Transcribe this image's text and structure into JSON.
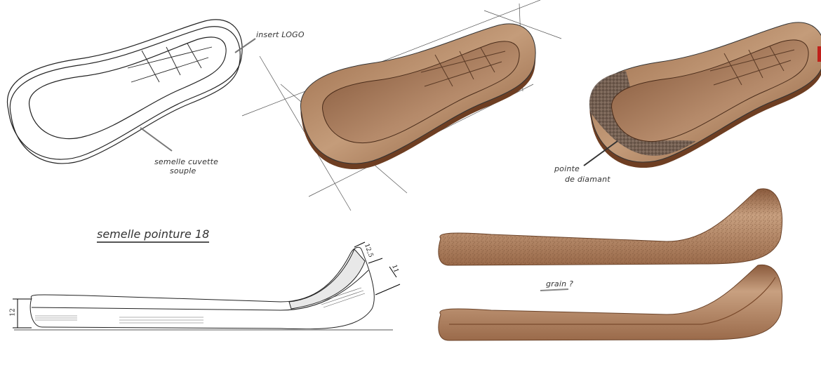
{
  "sketch_outline": {
    "label_logo": "insert LOGO",
    "label_sole_line1": "semelle cuvette",
    "label_sole_line2": "souple"
  },
  "render_diamond": {
    "label_line1": "pointe",
    "label_line2": "de diamant",
    "accent_tag_color": "#c0201a"
  },
  "profile_drawing": {
    "title": "semelle pointure 18",
    "dim_heel": "12",
    "dim_toe_top": "12,5",
    "dim_toe_side": "11"
  },
  "texture_study": {
    "label": "grain ?"
  },
  "colors": {
    "leather_light": "#b48a68",
    "leather_dark": "#7a4a2c",
    "ink": "#222222"
  }
}
